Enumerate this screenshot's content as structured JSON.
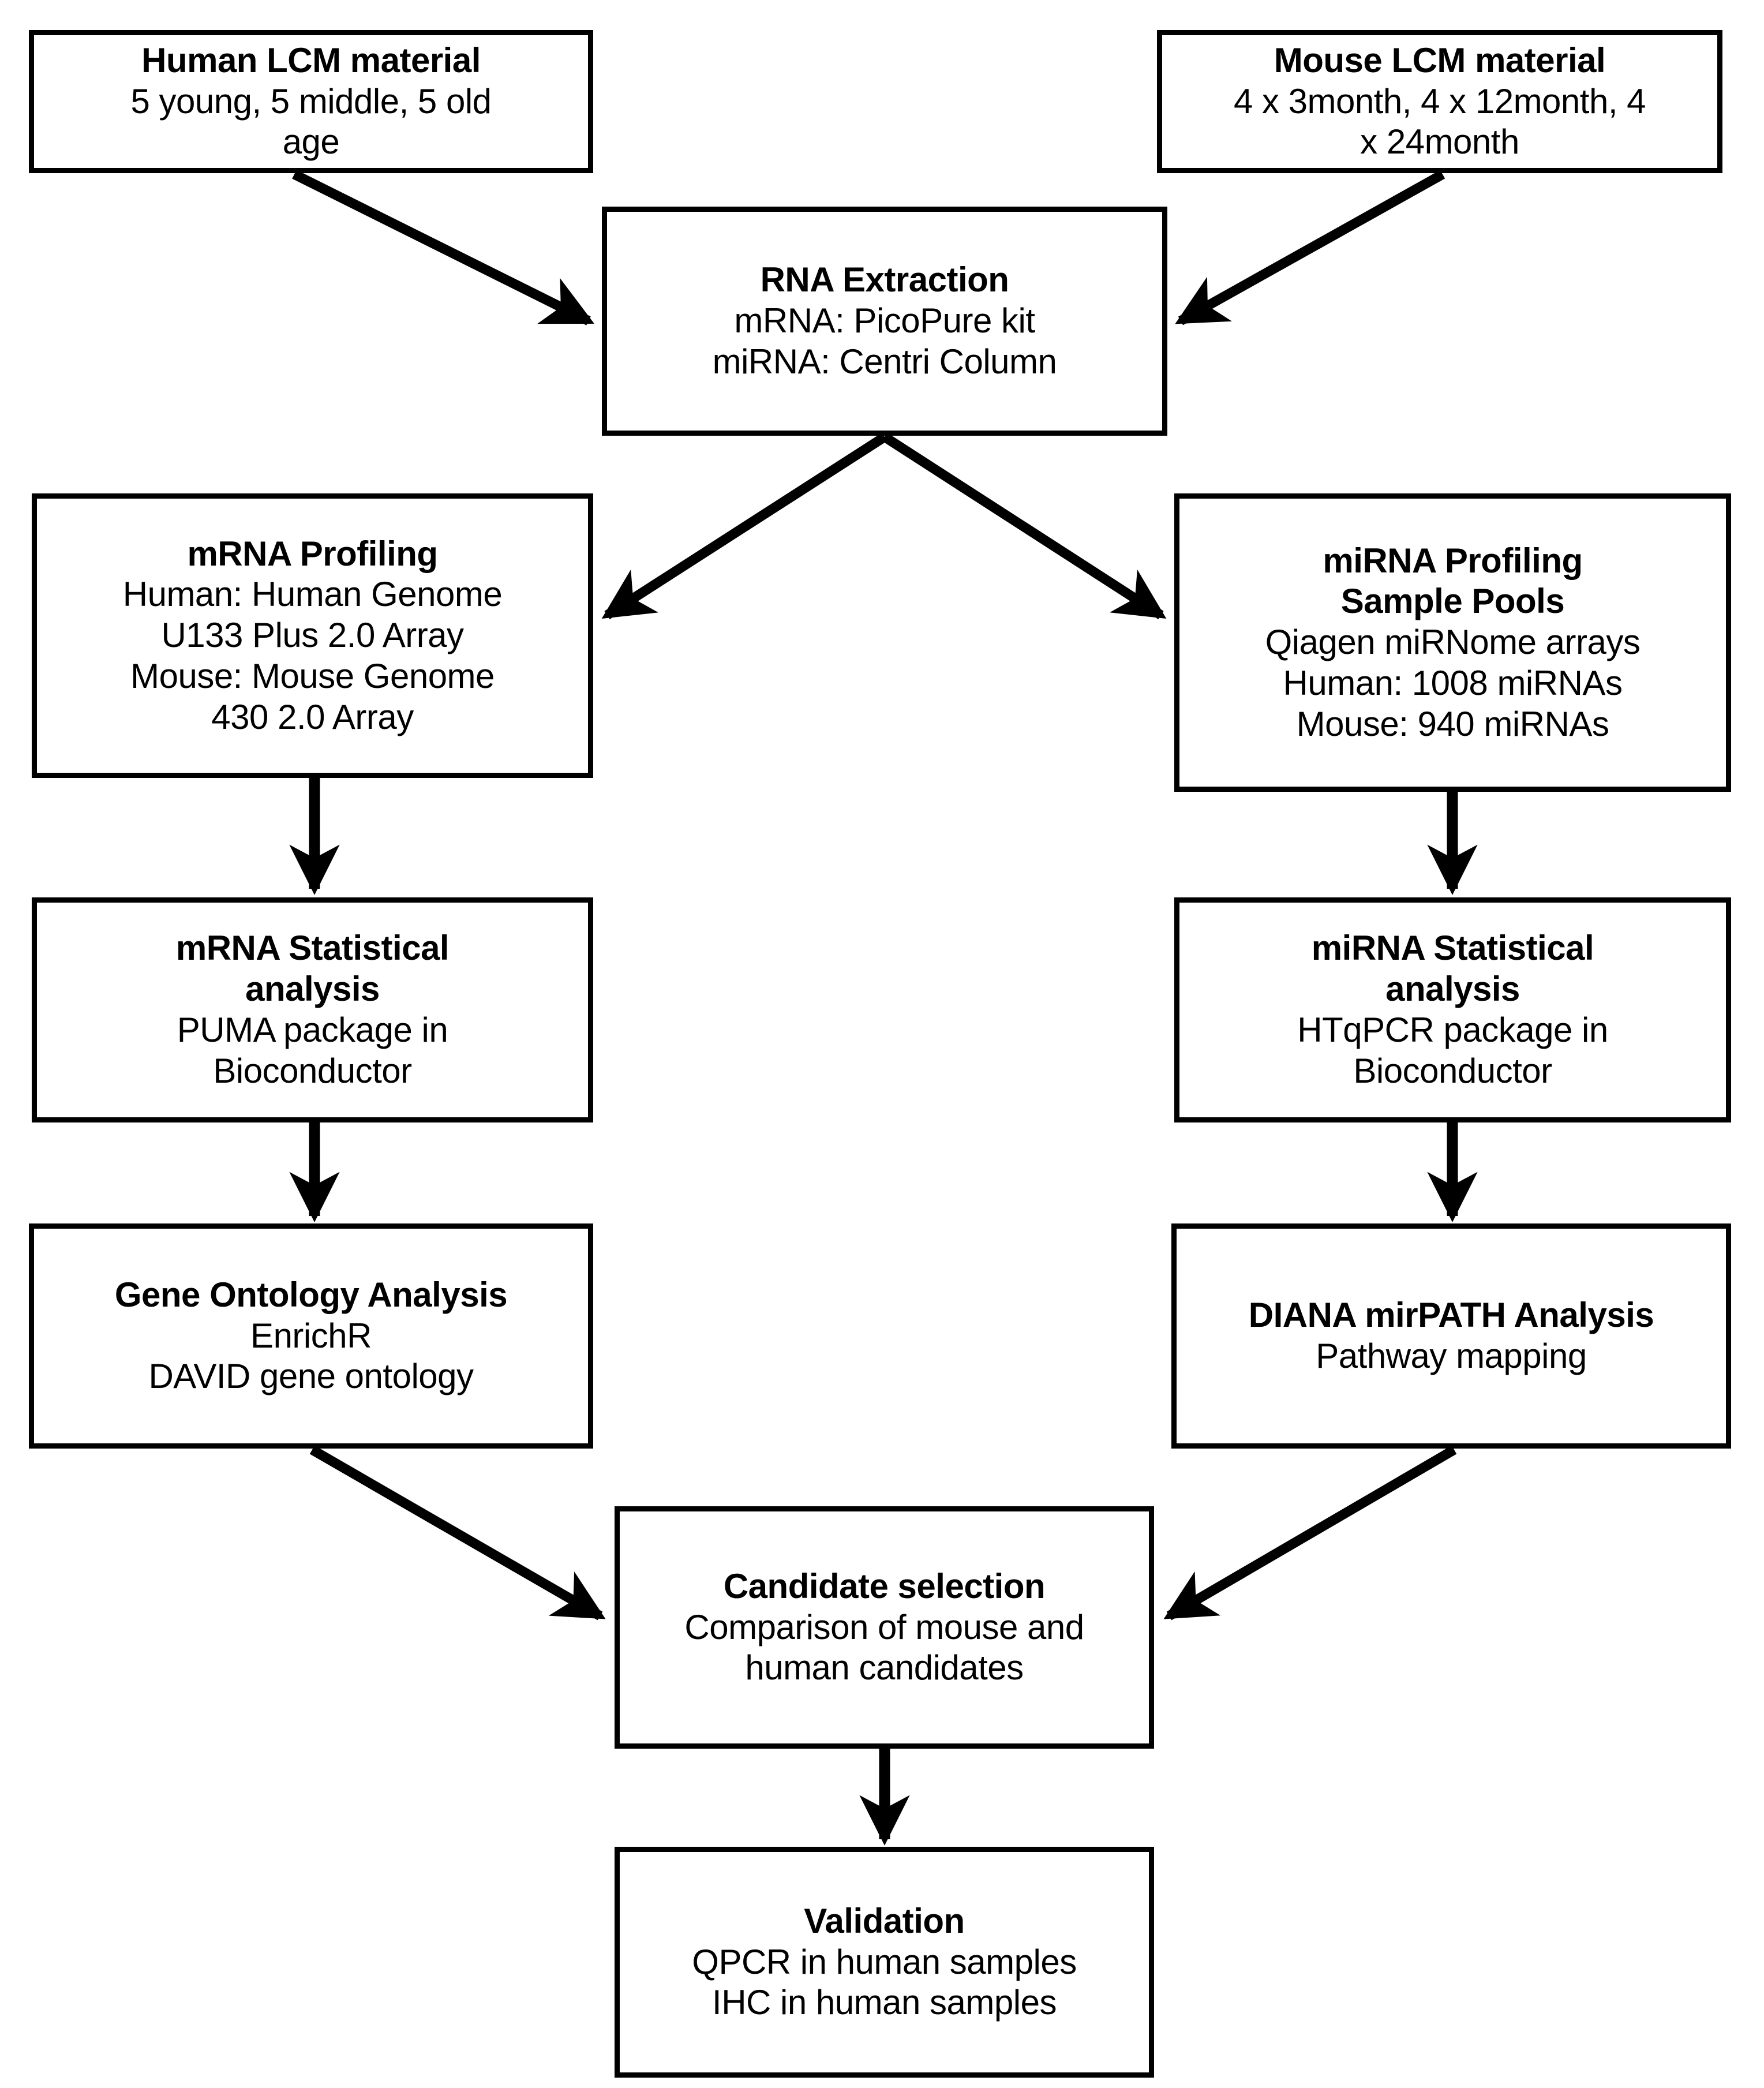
{
  "diagram": {
    "title": "Study workflow flowchart",
    "stroke_color": "#000000",
    "background_color": "#ffffff",
    "nodes": [
      {
        "id": "human-lcm",
        "title": "Human LCM material",
        "lines": [
          "5 young, 5 middle, 5 old",
          "age"
        ]
      },
      {
        "id": "mouse-lcm",
        "title": "Mouse LCM material",
        "lines": [
          "4 x 3month, 4 x 12month, 4",
          "x 24month"
        ]
      },
      {
        "id": "rna-extraction",
        "title": "RNA Extraction",
        "lines": [
          "mRNA:  PicoPure kit",
          "miRNA:  Centri Column"
        ]
      },
      {
        "id": "mrna-profiling",
        "title": "mRNA Profiling",
        "lines": [
          "Human:  Human  Genome",
          "U133 Plus 2.0 Array",
          "Mouse: Mouse Genome",
          "430 2.0 Array"
        ]
      },
      {
        "id": "mirna-profiling",
        "title": "miRNA Profiling",
        "title2": "Sample Pools",
        "lines": [
          "Qiagen miRNome  arrays",
          "Human:  1008 miRNAs",
          "Mouse: 940 miRNAs"
        ]
      },
      {
        "id": "mrna-stats",
        "title": "mRNA Statistical",
        "title2": "analysis",
        "lines": [
          "PUMA package in",
          "Bioconductor"
        ]
      },
      {
        "id": "mirna-stats",
        "title": "miRNA Statistical",
        "title2": "analysis",
        "lines": [
          "HTqPCR package in",
          "Bioconductor"
        ]
      },
      {
        "id": "gene-ontology",
        "title": "Gene Ontology Analysis",
        "lines": [
          "EnrichR",
          "DAVID gene ontology"
        ]
      },
      {
        "id": "diana-mirpath",
        "title": "DIANA mirPATH Analysis",
        "lines": [
          "Pathway mapping"
        ]
      },
      {
        "id": "candidate-selection",
        "title": "Candidate selection",
        "lines": [
          "Comparison of mouse and",
          "human candidates"
        ]
      },
      {
        "id": "validation",
        "title": "Validation",
        "lines": [
          "QPCR in human samples",
          "IHC in human samples"
        ]
      }
    ],
    "edges": [
      {
        "from": "human-lcm",
        "to": "rna-extraction",
        "style": "diagonal-down-right"
      },
      {
        "from": "mouse-lcm",
        "to": "rna-extraction",
        "style": "diagonal-down-left"
      },
      {
        "from": "rna-extraction",
        "to": "mrna-profiling",
        "style": "diagonal-down-left"
      },
      {
        "from": "rna-extraction",
        "to": "mirna-profiling",
        "style": "diagonal-down-right"
      },
      {
        "from": "mrna-profiling",
        "to": "mrna-stats",
        "style": "vertical-down"
      },
      {
        "from": "mirna-profiling",
        "to": "mirna-stats",
        "style": "vertical-down"
      },
      {
        "from": "mrna-stats",
        "to": "gene-ontology",
        "style": "vertical-down"
      },
      {
        "from": "mirna-stats",
        "to": "diana-mirpath",
        "style": "vertical-down"
      },
      {
        "from": "gene-ontology",
        "to": "candidate-selection",
        "style": "diagonal-down-right"
      },
      {
        "from": "diana-mirpath",
        "to": "candidate-selection",
        "style": "diagonal-down-left"
      },
      {
        "from": "candidate-selection",
        "to": "validation",
        "style": "vertical-down"
      }
    ]
  }
}
